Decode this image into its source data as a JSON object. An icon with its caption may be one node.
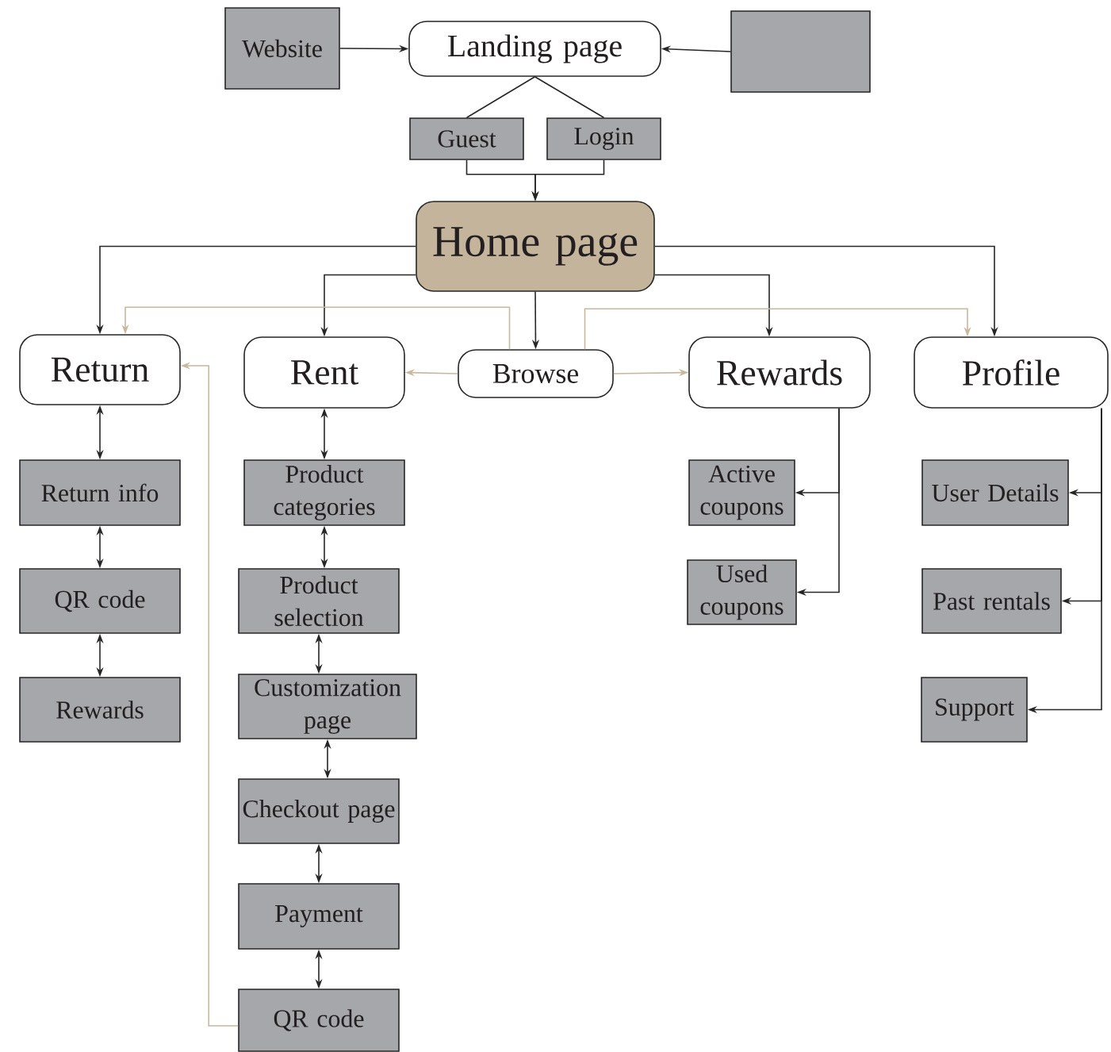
{
  "diagram": {
    "nodes": [
      {
        "text": [
          "Website"
        ]
      },
      {
        "text": [
          "Landing page"
        ]
      },
      {
        "text": [],
        "shape": "box"
      },
      {
        "text": [
          "Guest"
        ]
      },
      {
        "text": [
          "Login"
        ]
      },
      {
        "text": [
          "Home page"
        ]
      },
      {
        "text": [
          "Return"
        ]
      },
      {
        "text": [
          "Rent"
        ]
      },
      {
        "text": [
          "Browse"
        ]
      },
      {
        "text": [
          "Rewards"
        ]
      },
      {
        "text": [
          "Profile"
        ]
      },
      {
        "text": [
          "Return info"
        ]
      },
      {
        "text": [
          "QR code"
        ]
      },
      {
        "text": [
          "Rewards"
        ]
      },
      {
        "text": [
          "Product categories"
        ]
      },
      {
        "text": [
          "Product selection"
        ]
      },
      {
        "text": [
          "Customization page"
        ]
      },
      {
        "text": [
          "Checkout page"
        ]
      },
      {
        "text": [
          "Payment"
        ]
      },
      {
        "text": [
          "QR code"
        ]
      },
      {
        "text": [
          "Active coupons"
        ]
      },
      {
        "text": [
          "Used coupons"
        ]
      },
      {
        "text": [
          "User Details"
        ]
      },
      {
        "text": [
          "Past rentals"
        ]
      },
      {
        "text": [
          "Support"
        ]
      }
    ],
    "edges": [
      {
        "from": 0,
        "to": 1,
        "arrow": "to"
      },
      {
        "from": 2,
        "to": 1,
        "arrow": "to"
      },
      {
        "from": 1,
        "to": 3,
        "arrow": "none"
      },
      {
        "from": 1,
        "to": 4,
        "arrow": "none"
      },
      {
        "from": 3,
        "to": 5,
        "arrow": "to"
      },
      {
        "from": 4,
        "to": 5,
        "arrow": "to"
      },
      {
        "from": 5,
        "to": 6,
        "arrow": "to"
      },
      {
        "from": 5,
        "to": 7,
        "arrow": "to"
      },
      {
        "from": 5,
        "to": 8,
        "arrow": "to"
      },
      {
        "from": 5,
        "to": 9,
        "arrow": "to"
      },
      {
        "from": 5,
        "to": 10,
        "arrow": "to"
      },
      {
        "from": 8,
        "to": 7,
        "arrow": "to",
        "color": "#c8b89e"
      },
      {
        "from": 8,
        "to": 9,
        "arrow": "to",
        "color": "#c8b89e"
      },
      {
        "from": 8,
        "to": 6,
        "arrow": "to",
        "color": "#c8b89e"
      },
      {
        "from": 8,
        "to": 10,
        "arrow": "to",
        "color": "#c8b89e"
      },
      {
        "from": 6,
        "to": 11,
        "arrow": "both"
      },
      {
        "from": 11,
        "to": 12,
        "arrow": "both"
      },
      {
        "from": 12,
        "to": 13,
        "arrow": "both"
      },
      {
        "from": 7,
        "to": 14,
        "arrow": "both"
      },
      {
        "from": 14,
        "to": 15,
        "arrow": "both"
      },
      {
        "from": 15,
        "to": 16,
        "arrow": "both"
      },
      {
        "from": 16,
        "to": 17,
        "arrow": "both"
      },
      {
        "from": 17,
        "to": 18,
        "arrow": "both"
      },
      {
        "from": 18,
        "to": 19,
        "arrow": "both"
      },
      {
        "from": 19,
        "to": 6,
        "arrow": "to",
        "color": "#c8b89e"
      },
      {
        "from": 9,
        "to": 20,
        "arrow": "to"
      },
      {
        "from": 9,
        "to": 21,
        "arrow": "to"
      },
      {
        "from": 10,
        "to": 22,
        "arrow": "to"
      },
      {
        "from": 10,
        "to": 23,
        "arrow": "to"
      },
      {
        "from": 10,
        "to": 24,
        "arrow": "to"
      }
    ]
  }
}
